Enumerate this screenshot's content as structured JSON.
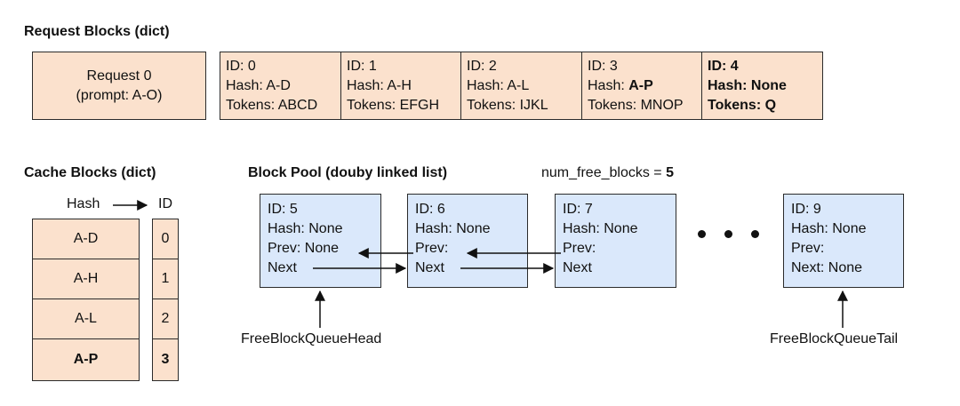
{
  "request_title": "Request Blocks (dict)",
  "request": {
    "line1": "Request 0",
    "line2": "(prompt: A-O)"
  },
  "req_blocks": [
    {
      "id": "ID: 0",
      "hash_prefix": "Hash: ",
      "hash": "A-D",
      "tokens_prefix": "Tokens: ",
      "tokens": "ABCD"
    },
    {
      "id": "ID: 1",
      "hash_prefix": "Hash: ",
      "hash": "A-H",
      "tokens_prefix": "Tokens: ",
      "tokens": "EFGH"
    },
    {
      "id": "ID: 2",
      "hash_prefix": "Hash: ",
      "hash": "A-L",
      "tokens_prefix": "Tokens: ",
      "tokens": "IJKL"
    },
    {
      "id": "ID: 3",
      "hash_prefix": "Hash: ",
      "hash": "A-P",
      "tokens_prefix": "Tokens: ",
      "tokens": "MNOP"
    },
    {
      "id": "ID: 4",
      "hash_prefix": "Hash: ",
      "hash": "None",
      "tokens_prefix": "Tokens: ",
      "tokens": "Q"
    }
  ],
  "cache_title": "Cache Blocks (dict)",
  "cache_header": {
    "hash": "Hash",
    "id": "ID"
  },
  "cache_rows": [
    {
      "hash": "A-D",
      "id": "0"
    },
    {
      "hash": "A-H",
      "id": "1"
    },
    {
      "hash": "A-L",
      "id": "2"
    },
    {
      "hash": "A-P",
      "id": "3"
    }
  ],
  "pool_title": "Block Pool (douby linked list)",
  "num_free": {
    "label": "num_free_blocks = ",
    "value": "5"
  },
  "pool_blocks": [
    {
      "id": "ID: 5",
      "hash": "Hash: None",
      "prev": "Prev: None",
      "next": "Next"
    },
    {
      "id": "ID: 6",
      "hash": "Hash: None",
      "prev": "Prev:",
      "next": "Next"
    },
    {
      "id": "ID: 7",
      "hash": "Hash: None",
      "prev": "Prev:",
      "next": "Next"
    },
    {
      "id": "ID: 9",
      "hash": "Hash: None",
      "prev": "Prev:",
      "next": "Next: None"
    }
  ],
  "head_label": "FreeBlockQueueHead",
  "tail_label": "FreeBlockQueueTail"
}
